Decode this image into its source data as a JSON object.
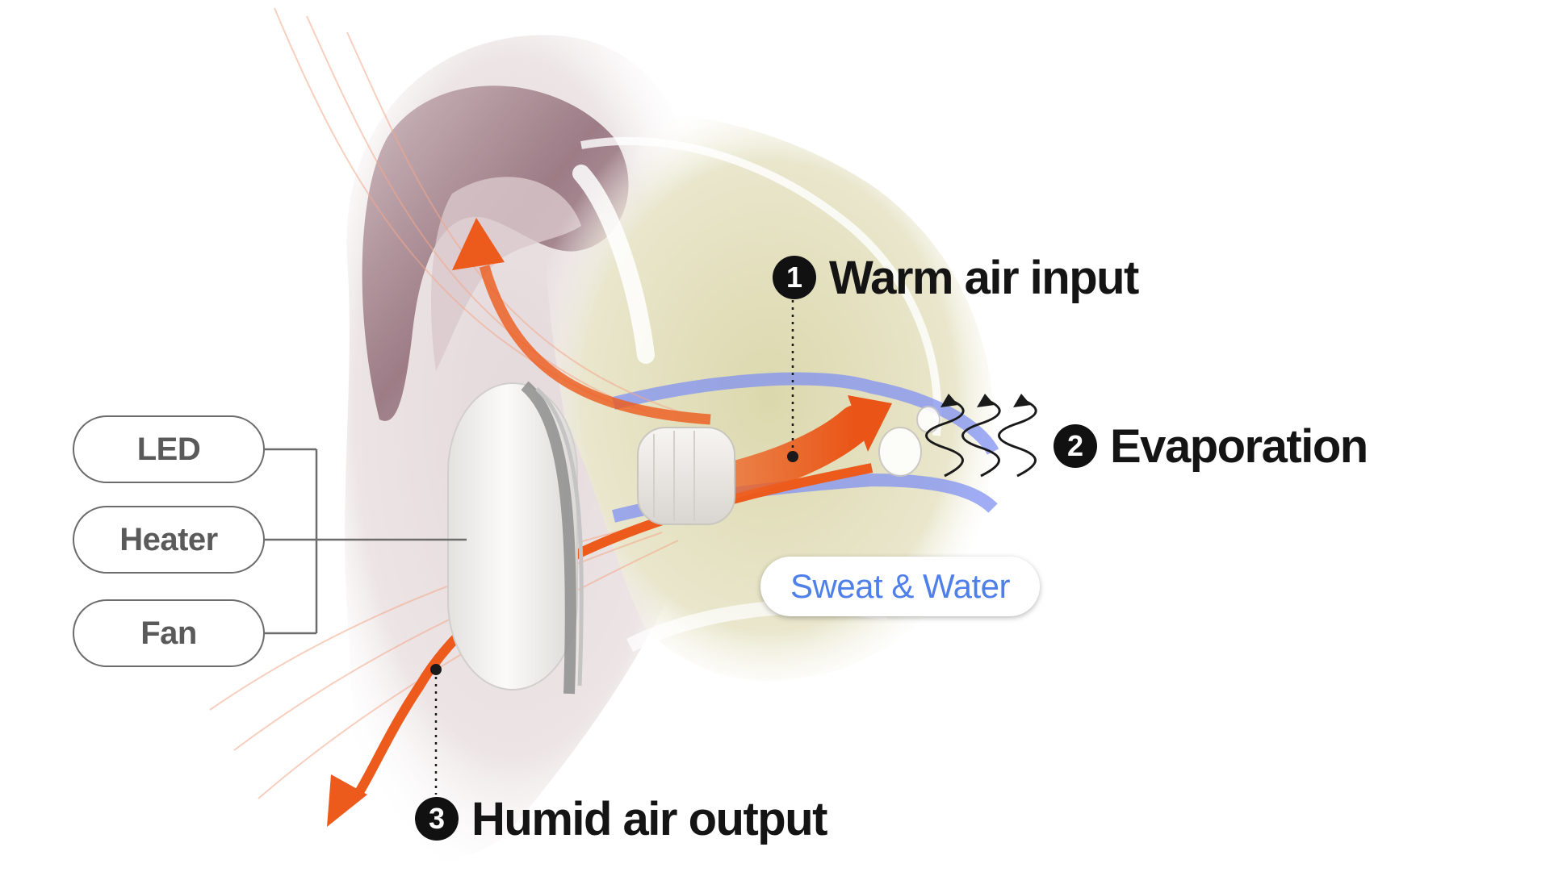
{
  "components": [
    {
      "id": "led",
      "label": "LED"
    },
    {
      "id": "heater",
      "label": "Heater"
    },
    {
      "id": "fan",
      "label": "Fan"
    }
  ],
  "steps": [
    {
      "number": "1",
      "label": "Warm air input"
    },
    {
      "number": "2",
      "label": "Evaporation"
    },
    {
      "number": "3",
      "label": "Humid air output"
    }
  ],
  "moisture_label": "Sweat & Water",
  "colors": {
    "warm_air": "#ec5a1c",
    "canal_cool": "#7a8ff0",
    "sweat_text": "#4f7fe8",
    "pill_border": "#6c6c6c",
    "ear_skin": "#e9dfe1",
    "ear_shadow": "#a98791",
    "bone": "#e3e0bf",
    "device": "#f2f1ef"
  }
}
